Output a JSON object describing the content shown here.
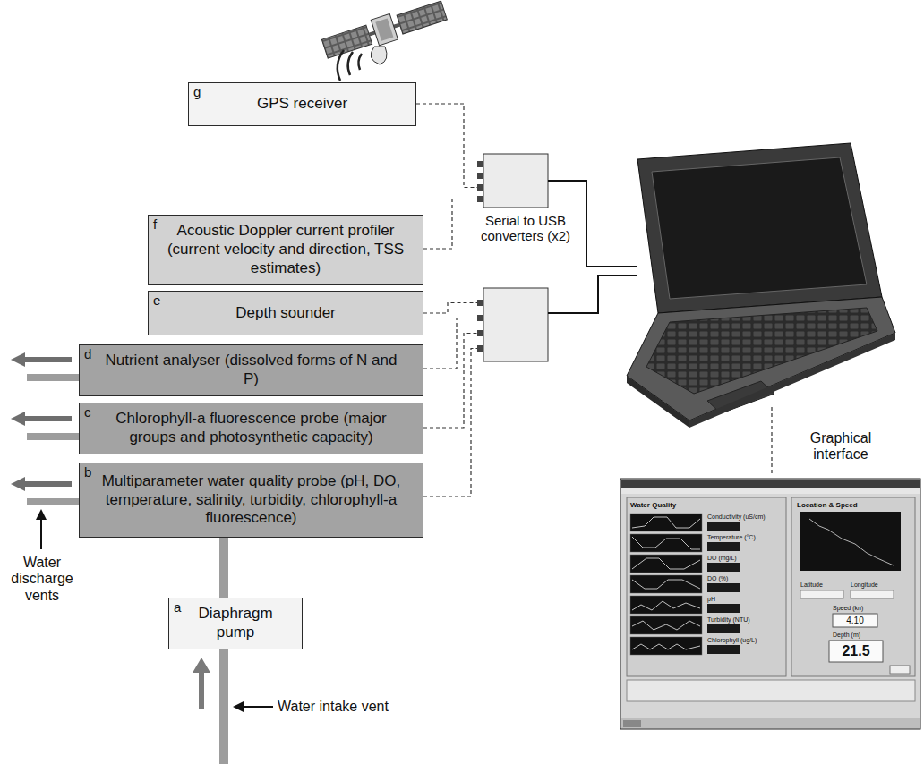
{
  "diagram": {
    "nodes": [
      {
        "text": [
          "g",
          "GPS receiver"
        ]
      },
      {
        "text": [
          "f",
          "Acoustic Doppler current profiler (current velocity and direction, TSS estimates)"
        ]
      },
      {
        "text": [
          "e",
          "Depth sounder"
        ]
      },
      {
        "text": [
          "d",
          "Nutrient analyser (dissolved forms of N and P)"
        ]
      },
      {
        "text": [
          "c",
          "Chlorophyll-a fluorescence probe (major groups and photosynthetic capacity)"
        ]
      },
      {
        "text": [
          "b",
          "Multiparameter water quality probe (pH, DO, temperature, salinity, turbidity, chlorophyll-a fluorescence)"
        ]
      },
      {
        "text": [
          "a",
          "Diaphragm pump"
        ]
      }
    ],
    "edges": [
      {
        "from": 6,
        "to": 5,
        "arrow": "none"
      }
    ],
    "labels": [
      "Serial to USB converters (x2)",
      "Graphical interface",
      "Water discharge vents",
      "Water intake vent",
      "Water Quality",
      "Location & Speed",
      "Conductivity (uS/cm)",
      "Temperature (°C)",
      "DO (mg/L)",
      "DO (%)",
      "pH",
      "Turbidity (NTU)",
      "Chlorophyll (ug/L)",
      "Latitude",
      "Longitude",
      "Speed (kn)",
      "4.10",
      "Depth (m)",
      "21.5"
    ]
  }
}
